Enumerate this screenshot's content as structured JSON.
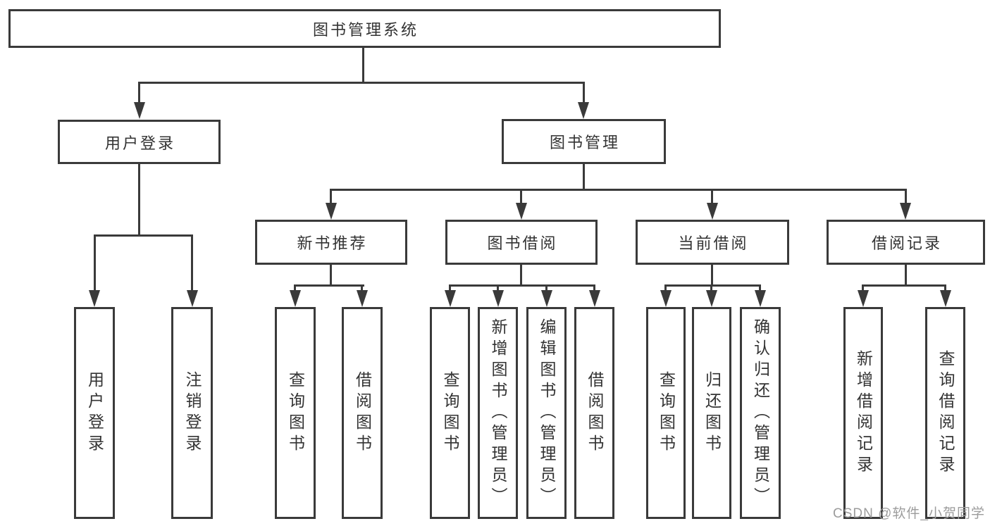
{
  "colors": {
    "line": "#3a3a3a",
    "text": "#333333",
    "bg": "#ffffff",
    "watermark": "#9c9c9c"
  },
  "tree": {
    "label": "图书管理系统",
    "children": [
      {
        "label": "用户登录",
        "children": [
          {
            "label": "用户登录"
          },
          {
            "label": "注销登录"
          }
        ]
      },
      {
        "label": "图书管理",
        "children": [
          {
            "label": "新书推荐",
            "children": [
              {
                "label": "查询图书"
              },
              {
                "label": "借阅图书"
              }
            ]
          },
          {
            "label": "图书借阅",
            "children": [
              {
                "label": "查询图书"
              },
              {
                "label": "新增图书（管理员）"
              },
              {
                "label": "编辑图书（管理员）"
              },
              {
                "label": "借阅图书"
              }
            ]
          },
          {
            "label": "当前借阅",
            "children": [
              {
                "label": "查询图书"
              },
              {
                "label": "归还图书"
              },
              {
                "label": "确认归还（管理员）"
              }
            ]
          },
          {
            "label": "借阅记录",
            "children": [
              {
                "label": "新增借阅记录"
              },
              {
                "label": "查询借阅记录"
              }
            ]
          }
        ]
      }
    ]
  },
  "watermark": {
    "text": "CSDN @软件_小贺同学"
  }
}
